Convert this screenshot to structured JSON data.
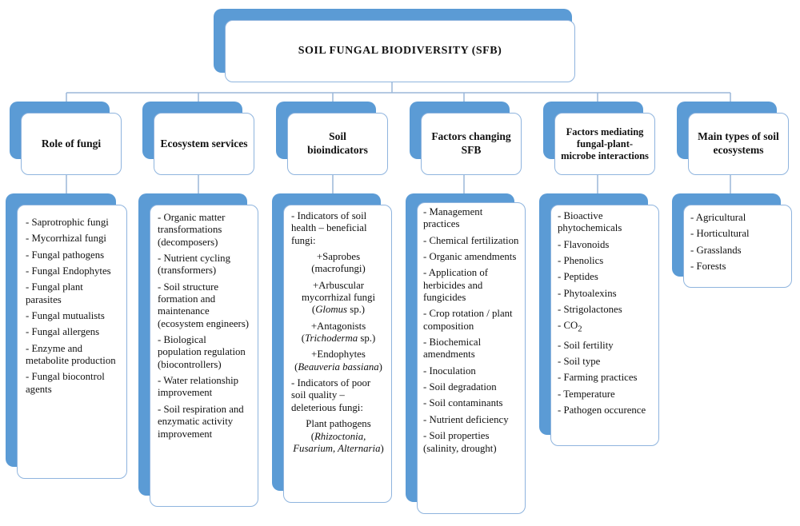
{
  "title": "SOIL FUNGAL BIODIVERSITY  (SFB)",
  "columns": [
    {
      "header": "Role of fungi",
      "items": [
        "- Saprotrophic fungi",
        "- Mycorrhizal fungi",
        "- Fungal pathogens",
        "- Fungal Endophytes",
        "- Fungal plant parasites",
        "- Fungal mutualists",
        "- Fungal allergens",
        "- Enzyme and metabolite production",
        "- Fungal biocontrol agents"
      ]
    },
    {
      "header": "Ecosystem services",
      "items": [
        "- Organic matter transformations (decomposers)",
        "- Nutrient cycling (transformers)",
        "- Soil structure formation and maintenance (ecosystem engineers)",
        "- Biological population regulation (biocontrollers)",
        "- Water relationship improvement",
        "- Soil respiration and enzymatic activity improvement"
      ]
    },
    {
      "header": "Soil bioindicators",
      "health_intro": "- Indicators of soil health – beneficial fungi:",
      "saprobes": "+Saprobes",
      "saprobes_note": "(macrofungi)",
      "amf": "+Arbuscular mycorrhizal fungi",
      "amf_genus": "Glomus",
      "amf_sp": "sp.",
      "antagonists": "+Antagonists",
      "antagonists_genus": "Trichoderma",
      "antagonists_sp": "sp.",
      "endophytes": "+Endophytes",
      "endophytes_species": "Beauveria bassiana",
      "poor_intro": "- Indicators of poor soil quality – deleterious fungi:",
      "pathogens": "Plant pathogens",
      "pathogens_genera": "Rhizoctonia, Fusarium, Alternaria"
    },
    {
      "header": "Factors changing  SFB",
      "items": [
        "- Management practices",
        "- Chemical fertilization",
        "- Organic amendments",
        "- Application of herbicides and fungicides",
        "- Crop rotation / plant composition",
        "- Biochemical amendments",
        "- Inoculation",
        "- Soil degradation",
        "- Soil contaminants",
        "- Nutrient deficiency",
        "- Soil properties (salinity, drought)"
      ]
    },
    {
      "header": "Factors mediating fungal-plant-microbe interactions",
      "items_a": [
        "- Bioactive phytochemicals",
        "- Flavonoids",
        "- Phenolics",
        "- Peptides",
        "- Phytoalexins",
        "- Strigolactones"
      ],
      "co2_prefix": "- CO",
      "co2_sub": "2",
      "items_b": [
        "- Soil fertility",
        "- Soil type",
        "- Farming practices",
        "- Temperature",
        "- Pathogen occurence"
      ]
    },
    {
      "header": "Main types of soil ecosystems",
      "items": [
        "- Agricultural",
        "- Horticultural",
        "- Grasslands",
        "- Forests"
      ]
    }
  ]
}
